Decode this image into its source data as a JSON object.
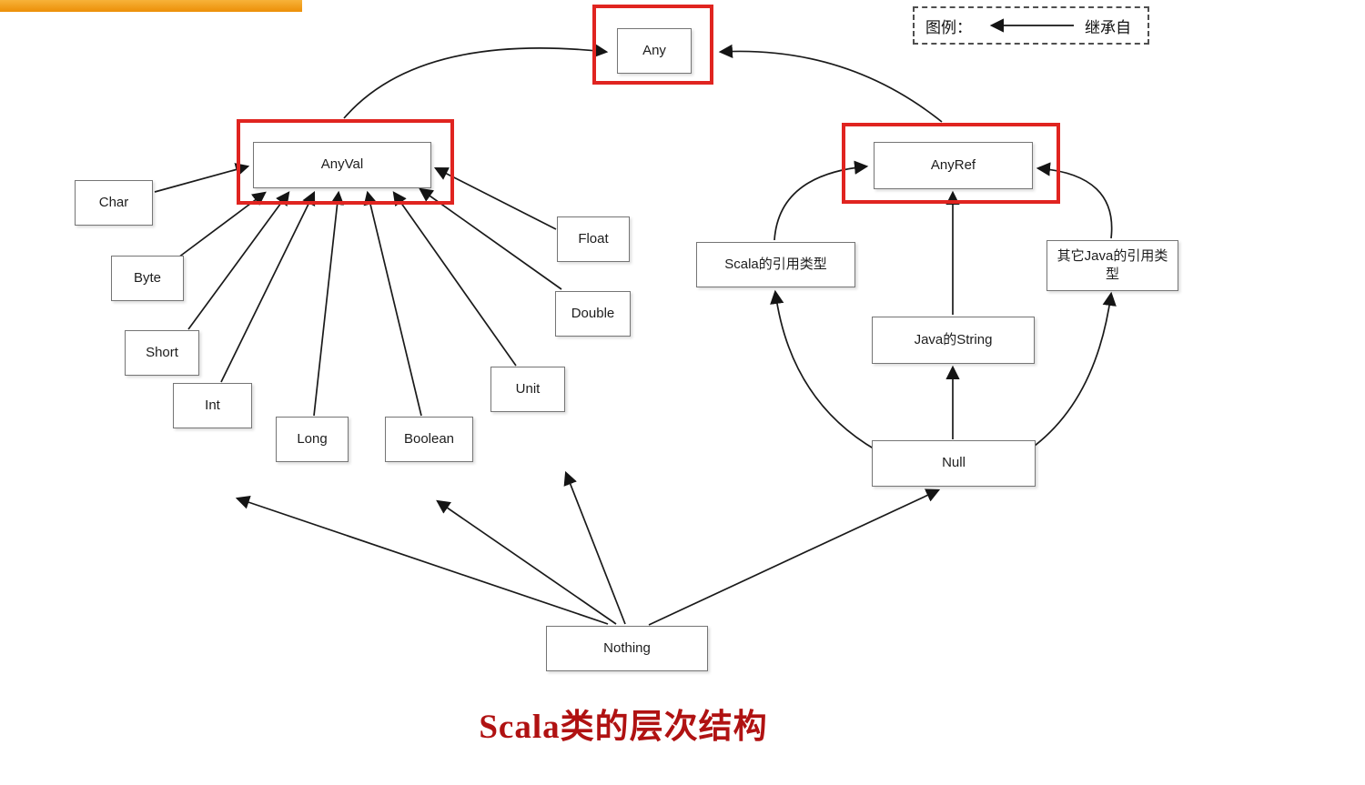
{
  "title": "Scala类的层次结构",
  "legend": {
    "label": "图例：",
    "arrow_label": "继承自"
  },
  "nodes": {
    "any": "Any",
    "anyval": "AnyVal",
    "anyref": "AnyRef",
    "char": "Char",
    "byte": "Byte",
    "short": "Short",
    "int": "Int",
    "long": "Long",
    "boolean": "Boolean",
    "unit": "Unit",
    "double": "Double",
    "float": "Float",
    "scala_ref": "Scala的引用类型",
    "java_string": "Java的String",
    "other_java_ref": "其它Java的引用类型",
    "null": "Null",
    "nothing": "Nothing"
  },
  "colors": {
    "highlight_frame": "#e02420",
    "title_red": "#b01212",
    "top_bar_orange": "#ef9a1d",
    "arrow_black": "#1a1a1a"
  }
}
